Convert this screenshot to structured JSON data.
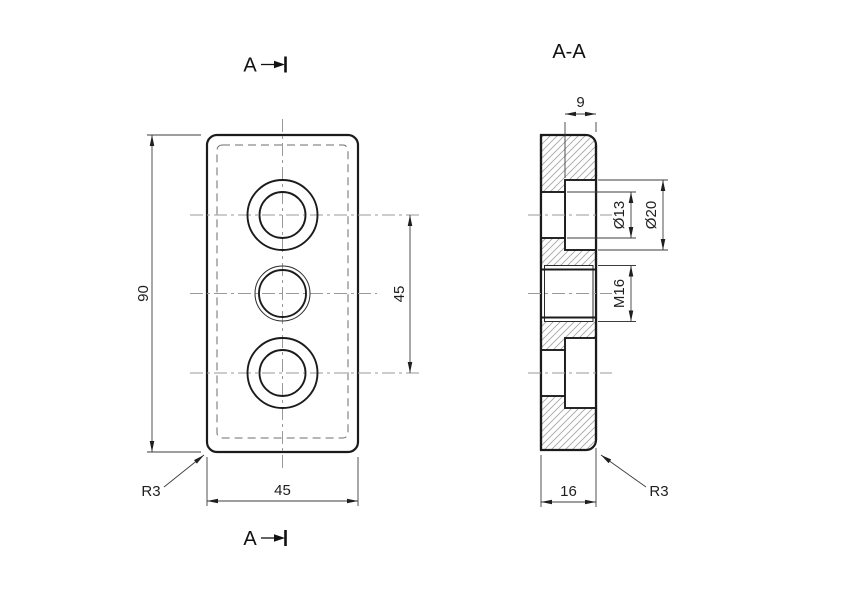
{
  "titles": {
    "section_title": "A-A",
    "cut_label": "A"
  },
  "front_view": {
    "dim_height": "90",
    "dim_hole_spacing": "45",
    "dim_width": "45",
    "corner_radius": "R3"
  },
  "section_view": {
    "dim_counterbore_depth": "9",
    "dim_hole_diameter": "Ø13",
    "dim_counterbore_diameter": "Ø20",
    "dim_thread": "M16",
    "dim_thickness": "16",
    "corner_radius": "R3"
  }
}
